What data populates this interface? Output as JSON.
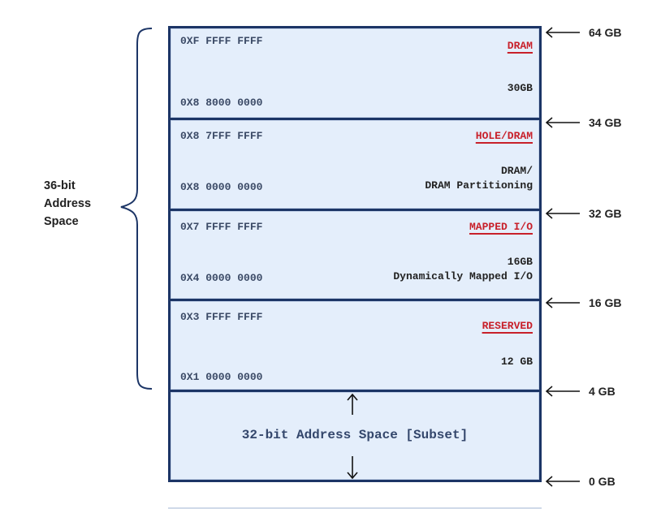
{
  "brace": {
    "label_lines": [
      "36-bit",
      "Address",
      "Space"
    ]
  },
  "segments": [
    {
      "top_address": "0XF FFFF FFFF",
      "bottom_address": "0X8 8000 0000",
      "title": "DRAM",
      "description_lines": [
        "30GB"
      ]
    },
    {
      "top_address": "0X8 7FFF FFFF",
      "bottom_address": "0X8 0000 0000",
      "title": "HOLE/DRAM",
      "description_lines": [
        "DRAM/",
        "DRAM Partitioning"
      ]
    },
    {
      "top_address": "0X7 FFFF FFFF",
      "bottom_address": "0X4 0000 0000",
      "title": "MAPPED I/O",
      "description_lines": [
        "16GB",
        "Dynamically Mapped I/O"
      ]
    },
    {
      "top_address": "0X3 FFFF FFFF",
      "bottom_address": "0X1 0000 0000",
      "title": "RESERVED",
      "description_lines": [
        "12 GB"
      ]
    }
  ],
  "base_segment": {
    "label": "32-bit Address Space [Subset]"
  },
  "markers": [
    "64 GB",
    "34 GB",
    "32 GB",
    "16 GB",
    "4 GB",
    "0 GB"
  ],
  "colors": {
    "frame": "#1c3566",
    "fill": "#e4eefb",
    "title_red": "#c8202a",
    "address_text": "#3b4a66"
  }
}
